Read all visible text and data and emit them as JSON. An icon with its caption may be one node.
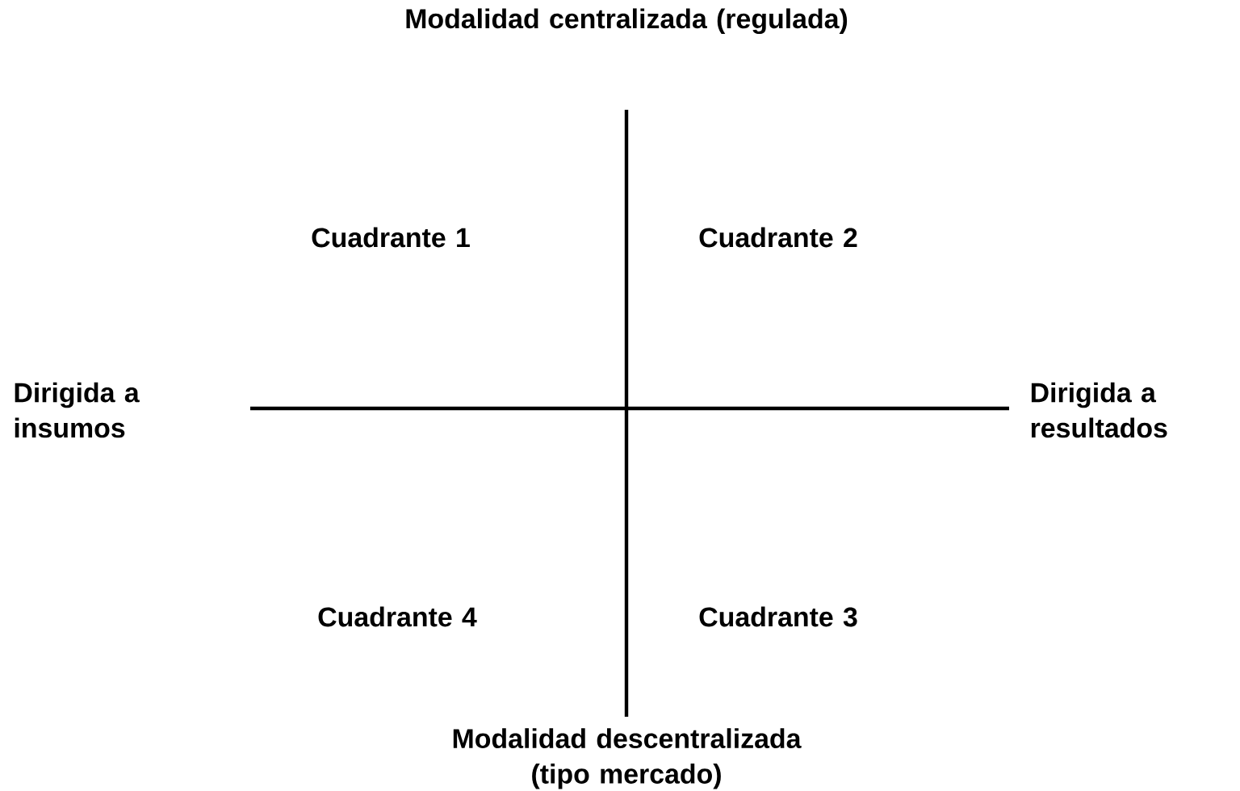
{
  "diagram": {
    "labels": [
      "Modalidad centralizada (regulada)",
      "Cuadrante 1",
      "Cuadrante 2",
      "Dirigida a insumos",
      "Dirigida a resultados",
      "Cuadrante 4",
      "Cuadrante 3",
      "Modalidad descentralizada (tipo mercado)"
    ]
  }
}
